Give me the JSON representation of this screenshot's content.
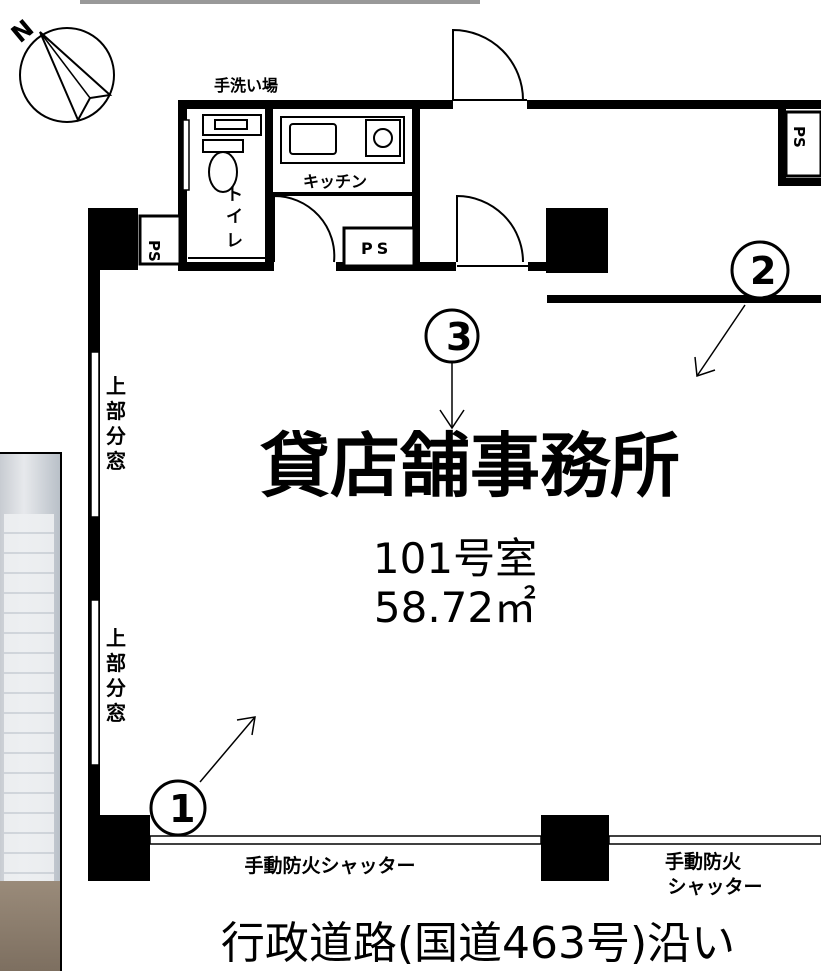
{
  "compass": {
    "label": "N"
  },
  "rooms": {
    "washroom": "手洗い場",
    "toilet_line1": "ト",
    "toilet_line2": "イ",
    "toilet_line3": "レ",
    "kitchen": "キッチン",
    "ps": "PS"
  },
  "windows": {
    "upper_window_chars": [
      "上",
      "部",
      "分",
      "窓"
    ]
  },
  "main": {
    "title": "貸店舗事務所",
    "room_number": "101号室",
    "area": "58.72㎡"
  },
  "markers": {
    "one": "①",
    "two": "②",
    "three": "③"
  },
  "shutters": {
    "left": "手動防火シャッター",
    "right_line1": "手動防火",
    "right_line2": "シャッター"
  },
  "road": {
    "label": "行政道路(国道463号)沿い"
  },
  "colors": {
    "wall": "#000000",
    "accent_blue": "#1f3fd9"
  }
}
